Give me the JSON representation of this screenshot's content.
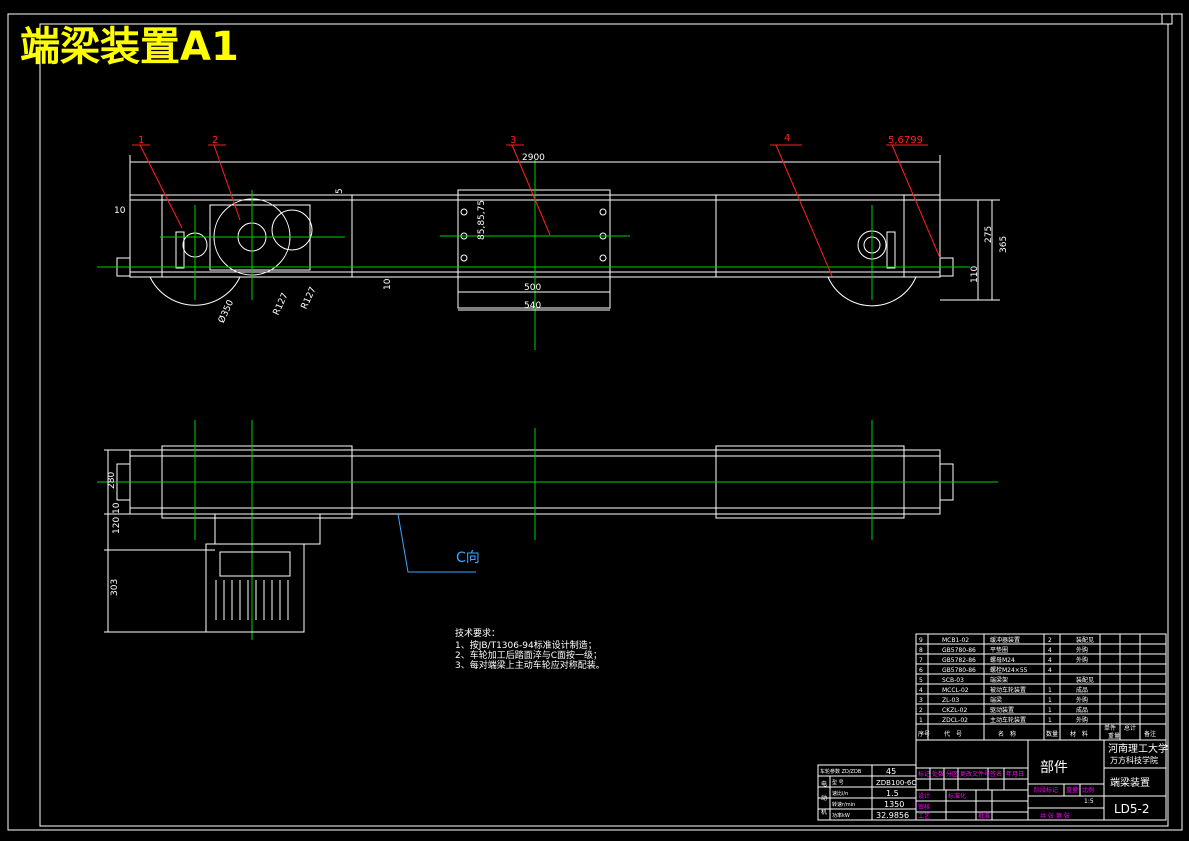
{
  "title": "端梁装置A1",
  "front_view": {
    "balloons": [
      "1",
      "2",
      "3",
      "4",
      "5,6799"
    ],
    "dims": {
      "overall_length": "2900",
      "left_gap": "10",
      "small_mark": "5",
      "bottom_ten": "10",
      "right_110": "110",
      "right_275": "275",
      "right_365": "365",
      "plate_vertical": "85,85,75",
      "plate_width_inner": "500",
      "plate_width_outer": "540",
      "wheel_dia": "Ø350",
      "pulley_r1": "R127",
      "pulley_r2": "R127"
    }
  },
  "top_view": {
    "dims": {
      "width": "280",
      "d_12010": "120 10",
      "d_303": "303"
    },
    "section_label": "C向"
  },
  "notes": {
    "header": "技术要求：",
    "items": [
      "1、按JB/T1306-94标准设计制造；",
      "2、车轮加工后踏面淬与C面按一级；",
      "3、每对端梁上主动车轮应对称配装。"
    ]
  },
  "parts_list": {
    "rows": [
      {
        "no": "9",
        "code": "MCB1-02",
        "name": "缓冲器装置",
        "qty": "2",
        "mat": "装配见"
      },
      {
        "no": "8",
        "code": "GB5780-86",
        "name": "平垫圈",
        "qty": "4",
        "mat": "外购"
      },
      {
        "no": "7",
        "code": "GB5782-86",
        "name": "螺母M24",
        "qty": "4",
        "mat": "外购"
      },
      {
        "no": "6",
        "code": "GB5780-86",
        "name": "螺栓M24×55",
        "qty": "4",
        "mat": ""
      },
      {
        "no": "5",
        "code": "SCB-03",
        "name": "端梁架",
        "qty": "",
        "mat": "装配见"
      },
      {
        "no": "4",
        "code": "MCCL-02",
        "name": "被动车轮装置",
        "qty": "1",
        "mat": "成品"
      },
      {
        "no": "3",
        "code": "ZL-03",
        "name": "端梁",
        "qty": "1",
        "mat": "外购"
      },
      {
        "no": "2",
        "code": "CKZL-02",
        "name": "驱动装置",
        "qty": "1",
        "mat": "成品"
      },
      {
        "no": "1",
        "code": "ZDCL-02",
        "name": "主动车轮装置",
        "qty": "1",
        "mat": "外购"
      }
    ],
    "header": {
      "no": "序号",
      "code": "代　号",
      "name": "名　称",
      "qty": "数量",
      "mat": "材　料",
      "weight": "重量",
      "note": "备注"
    },
    "single": "单件",
    "total": "总计"
  },
  "title_block": {
    "category": "部件",
    "school_1": "河南理工大学",
    "school_2": "万方科技学院",
    "drawing_name": "端梁装置",
    "drawing_no": "LD5-2",
    "label_1": "标记",
    "label_2": "处数",
    "label_3": "分区",
    "label_4": "更改文件号",
    "label_5": "签名",
    "label_6": "年月日",
    "label_design": "设计",
    "label_std": "标准化",
    "label_stage": "阶段标记",
    "label_weight": "重量",
    "label_scale": "比例",
    "scale": "1:5",
    "label_review": "审核",
    "label_craft": "工艺",
    "label_approve": "批准",
    "sheet": "共 张 第 张"
  },
  "param_table": {
    "header_left": "车轮参数 ZD/ZDB",
    "rows": [
      {
        "label": "直 径",
        "value": "45"
      },
      {
        "label": "型 号",
        "value": "ZDB100-6C"
      },
      {
        "label": "速比i/n",
        "value": "1.5"
      },
      {
        "label": "转速r/min",
        "value": "1350"
      },
      {
        "label": "功率kW",
        "value": "32.9856"
      }
    ],
    "side_labels": [
      "电",
      "动",
      "机"
    ]
  }
}
